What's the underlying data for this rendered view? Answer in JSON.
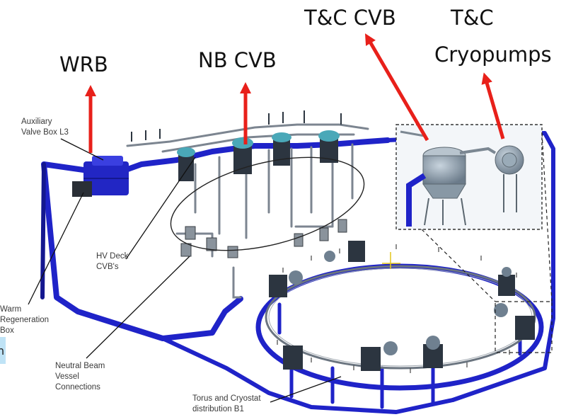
{
  "callouts": {
    "wrb": "WRB",
    "nb_cvb": "NB CVB",
    "tc_cvb": "T&C CVB",
    "tc_cryopumps_line1": "T&C",
    "tc_cryopumps_line2": "Cryopumps"
  },
  "annotations": {
    "aux_valve_box": "Auxiliary\nValve Box L3",
    "hv_deck": "HV Deck\nCVB's",
    "warm_regen": "Warm\nRegeneration\nBox",
    "neutral_beam": "Neutral Beam\nVessel\nConnections",
    "torus": "Torus and Cryostat\ndistribution B1"
  },
  "edge_tag": "h",
  "colors": {
    "arrow": "#e8201a",
    "pipe": "#1f23c8",
    "pipe_dark": "#14178f",
    "frame": "#555555",
    "equipment": "#2c3540",
    "cryo_teal": "#4aa8b8",
    "highlight_bg": "#bfe3f6"
  }
}
